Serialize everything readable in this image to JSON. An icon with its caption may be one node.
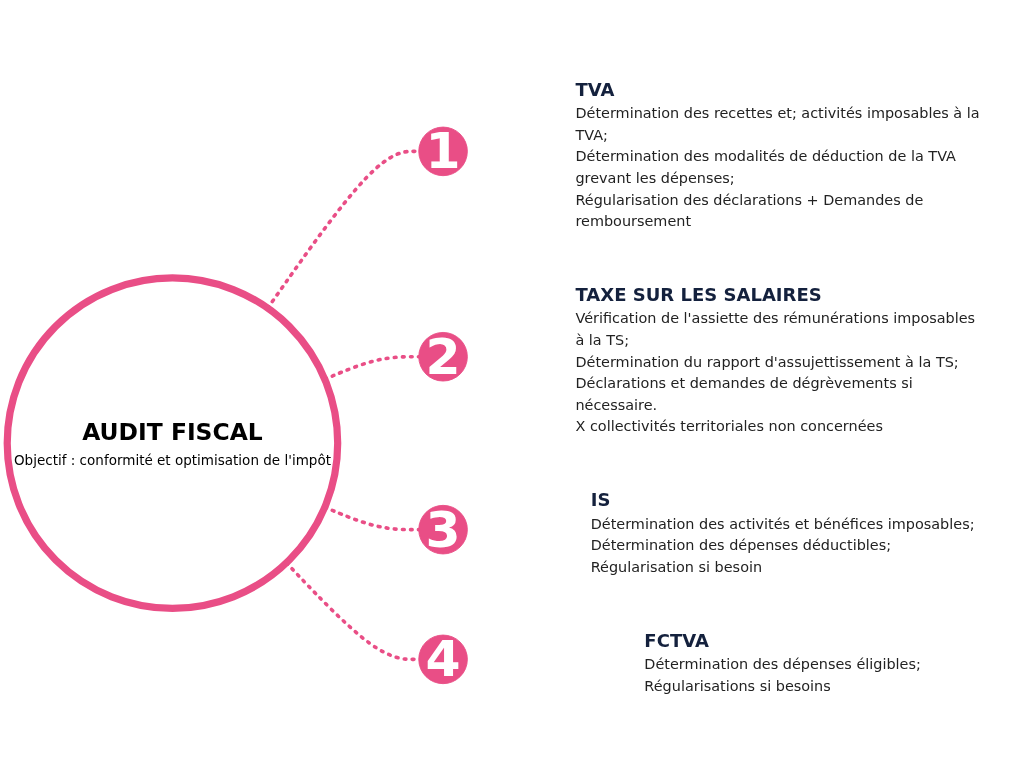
{
  "diagram": {
    "nodes": [
      {
        "text": [
          "AUDIT FISCAL",
          "Objectif : conformité et optimisation de l'impôt"
        ]
      },
      {
        "text": [
          "1"
        ],
        "beside": [
          "TVA",
          "Détermination des recettes et; activités imposables à la TVA;",
          "Détermination des modalités de déduction de la TVA grevant les dépenses;",
          "Régularisation des déclarations + Demandes de remboursement"
        ]
      },
      {
        "text": [
          "2"
        ],
        "beside": [
          "TAXE SUR LES SALAIRES",
          "Vérification de l'assiette des rémunérations imposables à la TS;",
          "Détermination du rapport d'assujettissement à la TS;",
          "Déclarations et demandes de dégrèvements si nécessaire.",
          "X collectivités territoriales non concernées"
        ]
      },
      {
        "text": [
          "3"
        ],
        "beside": [
          "IS",
          "Détermination des activités et bénéfices imposables;",
          "Détermination des dépenses déductibles;",
          "Régularisation si besoin"
        ]
      },
      {
        "text": [
          "4"
        ],
        "beside": [
          "FCTVA",
          "Détermination des dépenses éligibles;",
          "Régularisations si besoins"
        ]
      }
    ],
    "edges": [
      {
        "from": 0,
        "to": 1,
        "arrow": "none",
        "style": "dashed"
      },
      {
        "from": 0,
        "to": 2,
        "arrow": "none",
        "style": "dashed"
      },
      {
        "from": 0,
        "to": 3,
        "arrow": "none",
        "style": "dashed"
      },
      {
        "from": 0,
        "to": 4,
        "arrow": "none",
        "style": "dashed"
      }
    ]
  }
}
